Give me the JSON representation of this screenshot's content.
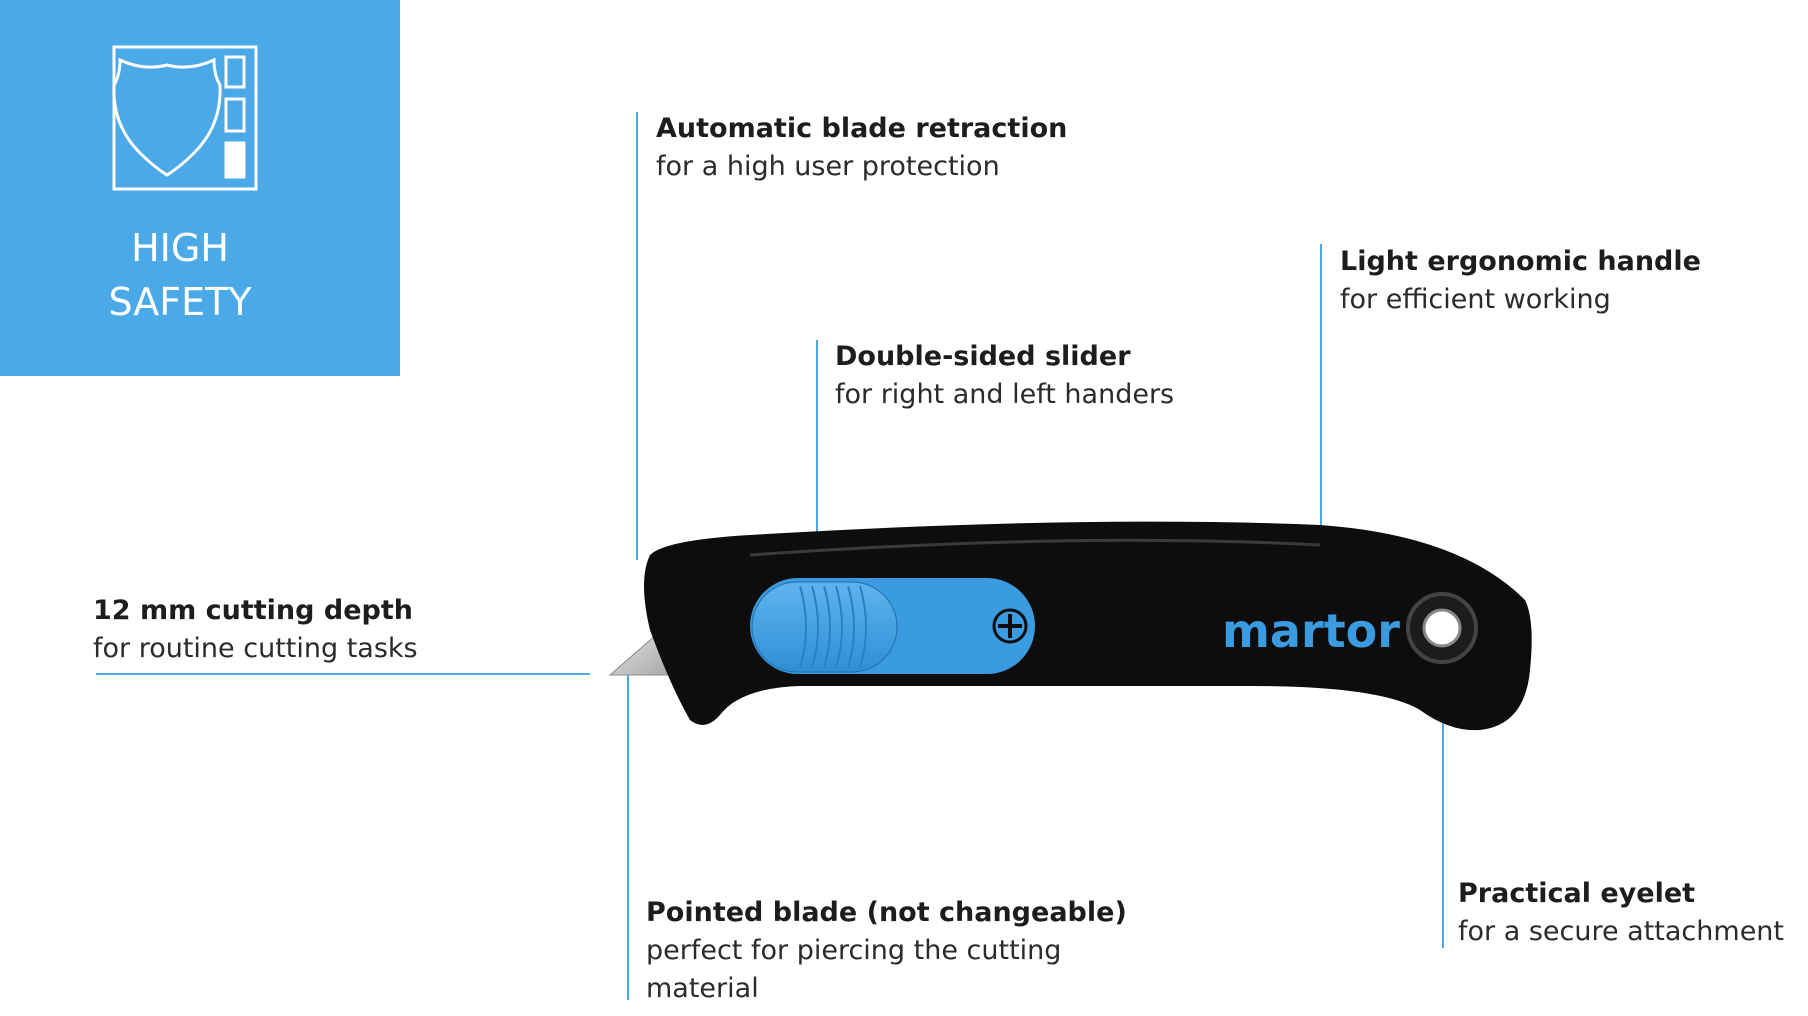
{
  "badge": {
    "line1": "HIGH",
    "line2": "SAFETY",
    "icon": "shield-safety-icon",
    "color": "#4aa9e6"
  },
  "knife": {
    "brand": "martor",
    "handle_color": "#0d0d0d",
    "slider_color": "#3a9be0"
  },
  "callouts": {
    "retraction": {
      "title": "Automatic blade retraction",
      "desc": "for a high user protection"
    },
    "handle": {
      "title": "Light ergonomic handle",
      "desc": "for efficient working"
    },
    "slider": {
      "title": "Double-sided slider",
      "desc": "for right and left handers"
    },
    "depth": {
      "title": "12 mm cutting depth",
      "desc": "for routine cutting tasks"
    },
    "blade": {
      "title": "Pointed blade (not changeable)",
      "desc1": "perfect for piercing the cutting",
      "desc2": "material"
    },
    "eyelet": {
      "title": "Practical eyelet",
      "desc": "for a secure attachment"
    }
  }
}
